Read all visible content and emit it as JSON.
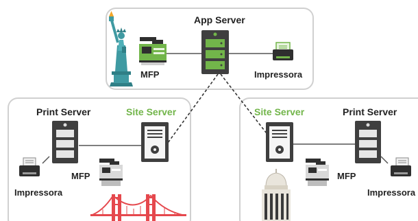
{
  "colors": {
    "box_border": "#d0d0d0",
    "server_dark": "#3f3f3f",
    "green": "#72b54a",
    "printer_dark": "#2f2f2f",
    "liberty": "#3f9aa2",
    "bridge": "#e5484d",
    "capitol": "#e9e5dc"
  },
  "top_group": {
    "server_label": "App Server",
    "mfp_label": "MFP",
    "printer_label": "Impressora",
    "icons": [
      "statue-of-liberty-icon",
      "mfp-icon",
      "server-icon",
      "printer-icon"
    ]
  },
  "left_group": {
    "print_server_label": "Print Server",
    "site_server_label": "Site Server",
    "printer_label": "Impressora",
    "mfp_label": "MFP",
    "icons": [
      "server-icon",
      "site-server-icon",
      "printer-icon",
      "mfp-icon",
      "golden-gate-bridge-icon"
    ]
  },
  "right_group": {
    "site_server_label": "Site Server",
    "print_server_label": "Print Server",
    "mfp_label": "MFP",
    "printer_label": "Impressora",
    "icons": [
      "site-server-icon",
      "server-icon",
      "capitol-building-icon",
      "mfp-icon",
      "printer-icon"
    ]
  }
}
